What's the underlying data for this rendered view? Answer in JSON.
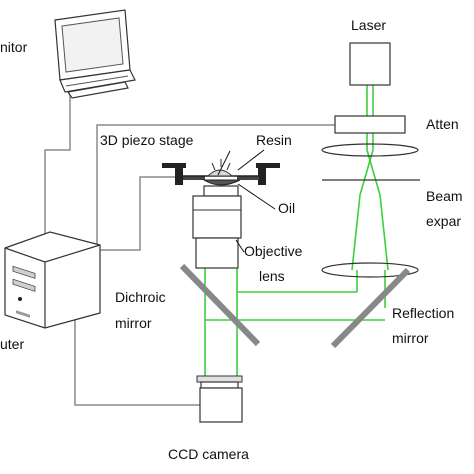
{
  "diagram": {
    "labels": {
      "laser": "Laser",
      "monitor": "nitor",
      "computer": "uter",
      "attenuator": "Atten",
      "piezo_stage": "3D piezo stage",
      "resin": "Resin",
      "oil": "Oil",
      "beam_expander_1": "Beam",
      "beam_expander_2": "expar",
      "objective_1": "Objective",
      "objective_2": "lens",
      "dichroic_1": "Dichroic",
      "dichroic_2": "mirror",
      "reflection_1": "Reflection",
      "reflection_2": "mirror",
      "ccd": "CCD camera"
    },
    "colors": {
      "beam": "#3ecf3e",
      "wire": "#8a8a8a",
      "mirror": "#888888",
      "outline": "#333333"
    },
    "icons": {
      "monitor": "monitor-icon",
      "computer": "computer-tower-icon",
      "laser": "laser-icon",
      "ccd": "ccd-camera-icon"
    }
  }
}
